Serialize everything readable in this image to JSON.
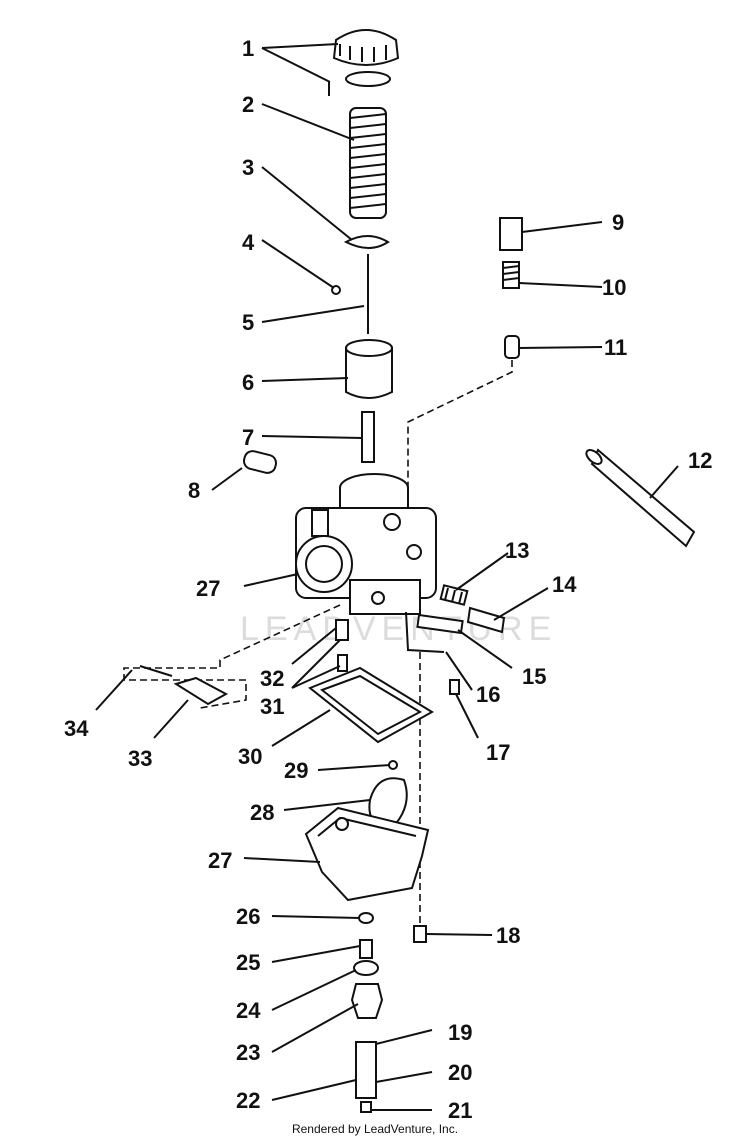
{
  "diagram": {
    "labels": {
      "l1": "1",
      "l2": "2",
      "l3": "3",
      "l4": "4",
      "l5": "5",
      "l6": "6",
      "l7": "7",
      "l8": "8",
      "l9": "9",
      "l10": "10",
      "l11": "11",
      "l12": "12",
      "l13": "13",
      "l14": "14",
      "l15": "15",
      "l16": "16",
      "l17": "17",
      "l18": "18",
      "l19": "19",
      "l20": "20",
      "l21": "21",
      "l22": "22",
      "l23": "23",
      "l24": "24",
      "l25": "25",
      "l26": "26",
      "l27a": "27",
      "l27b": "27",
      "l28": "28",
      "l29": "29",
      "l30": "30",
      "l31": "31",
      "l32": "32",
      "l33": "33",
      "l34": "34"
    },
    "watermark": "LEADVENTURE",
    "credit": "Rendered by LeadVenture, Inc."
  }
}
